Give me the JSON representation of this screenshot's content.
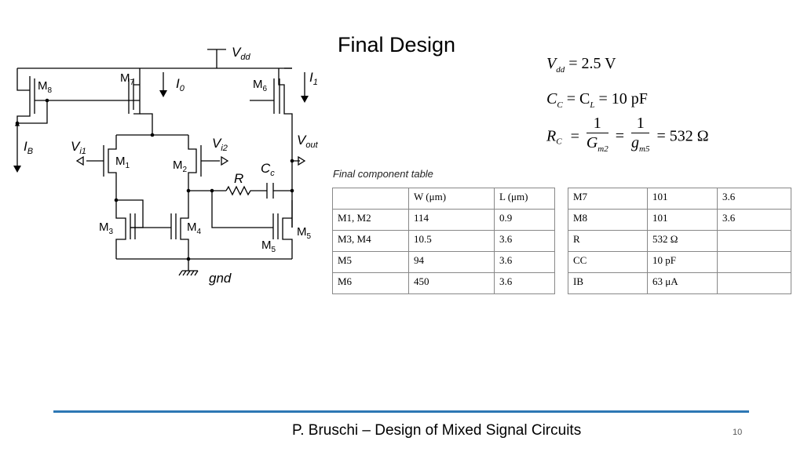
{
  "slide": {
    "title": "Final Design",
    "footer": "P. Bruschi – Design of Mixed Signal Circuits",
    "page_number": "10"
  },
  "circuit": {
    "vdd": "V",
    "vdd_sub": "dd",
    "i0": "I",
    "i0_sub": "0",
    "i1": "I",
    "i1_sub": "1",
    "ib": "I",
    "ib_sub": "B",
    "vi1": "V",
    "vi1_sub": "i1",
    "vi2": "V",
    "vi2_sub": "i2",
    "vout": "V",
    "vout_sub": "out",
    "r": "R",
    "cc": "C",
    "cc_sub": "c",
    "gnd": "gnd",
    "m1": "M",
    "m1_sub": "1",
    "m2": "M",
    "m2_sub": "2",
    "m3": "M",
    "m3_sub": "3",
    "m4": "M",
    "m4_sub": "4",
    "m5a": "M",
    "m5a_sub": "5",
    "m5b": "M",
    "m5b_sub": "5",
    "m6": "M",
    "m6_sub": "6",
    "m7": "M",
    "m7_sub": "7",
    "m8": "M",
    "m8_sub": "8"
  },
  "equations": {
    "vdd_lhs": "V",
    "vdd_lhs_sub": "dd",
    "vdd_rhs": "= 2.5 V",
    "cc_lhs": "C",
    "cc_lhs_sub": "C",
    "cc_mid": "= C",
    "cc_mid_sub": "L",
    "cc_rhs": "= 10 pF",
    "rc_lhs": "R",
    "rc_lhs_sub": "C",
    "rc_eq1": "=",
    "rc_num1": "1",
    "rc_den1": "G",
    "rc_den1_sub": "m2",
    "rc_eq2": "=",
    "rc_num2": "1",
    "rc_den2": "g",
    "rc_den2_sub": "m5",
    "rc_rhs": "= 532  Ω"
  },
  "component_table": {
    "caption": "Final component table",
    "left": {
      "header": [
        "",
        "W (μm)",
        "L (μm)"
      ],
      "rows": [
        [
          "M1, M2",
          "114",
          "0.9"
        ],
        [
          "M3, M4",
          "10.5",
          "3.6"
        ],
        [
          "M5",
          "94",
          "3.6"
        ],
        [
          "M6",
          "450",
          "3.6"
        ]
      ]
    },
    "right": {
      "rows": [
        [
          "M7",
          "101",
          "3.6"
        ],
        [
          "M8",
          "101",
          "3.6"
        ],
        [
          "R",
          "532 Ω",
          ""
        ],
        [
          "CC",
          "10 pF",
          ""
        ],
        [
          "IB",
          "63 μA",
          ""
        ]
      ]
    }
  },
  "colors": {
    "footer_rule": "#2d77b4",
    "wire": "#000000"
  }
}
